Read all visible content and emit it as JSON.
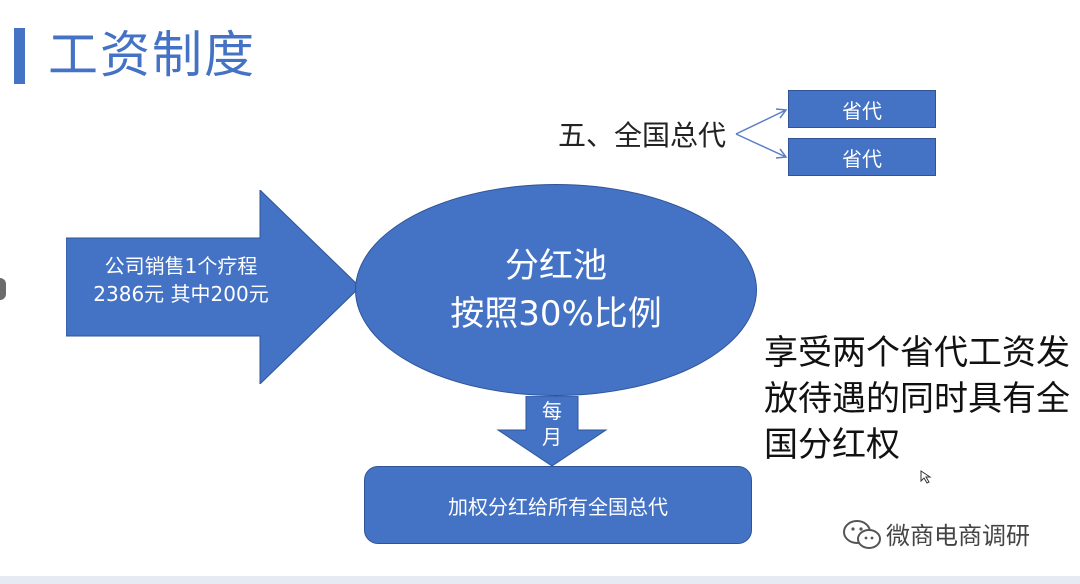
{
  "slide": {
    "title": "工资制度",
    "section_label": "五、全国总代",
    "branch_boxes": [
      "省代",
      "省代"
    ],
    "input_arrow_lines": [
      "公司销售1个疗程",
      "2386元 其中200元"
    ],
    "pool_lines": [
      "分红池",
      "按照30%比例"
    ],
    "frequency_label": "每\n月",
    "output_box": "加权分红给所有全国总代",
    "note": "享受两个省代工资发放待遇的同时具有全国分红权"
  },
  "watermark": {
    "text": "微商电商调研",
    "icon": "wechat-icon"
  },
  "colors": {
    "accent": "#4472c4",
    "accent_dark": "#2f5597"
  }
}
